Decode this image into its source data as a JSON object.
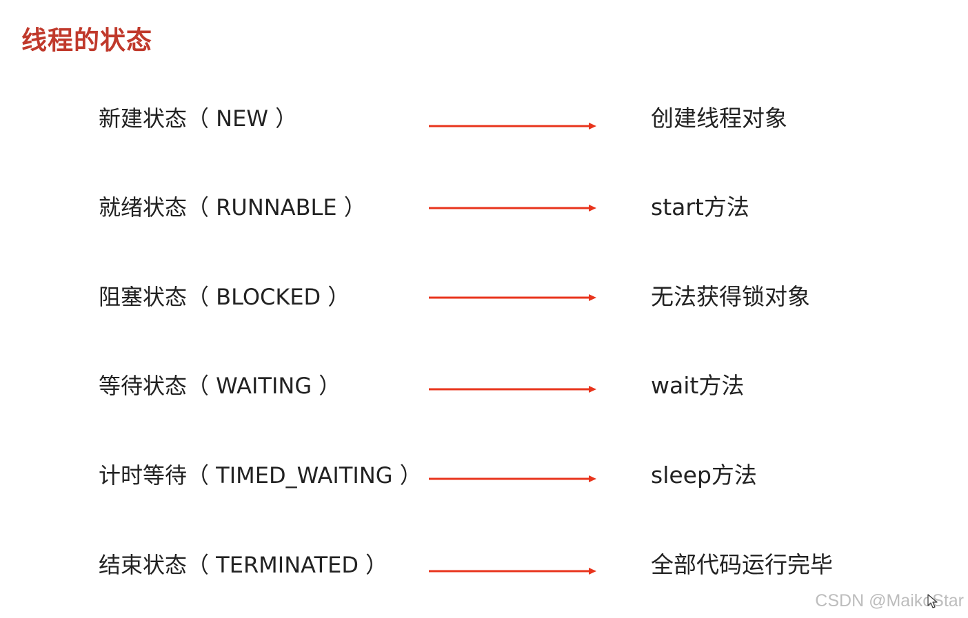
{
  "title": "线程的状态",
  "states": [
    {
      "label": "新建状态（ NEW ）",
      "description": "创建线程对象"
    },
    {
      "label": "就绪状态（ RUNNABLE ）",
      "description": "start方法"
    },
    {
      "label": "阻塞状态（ BLOCKED ）",
      "description": "无法获得锁对象"
    },
    {
      "label": "等待状态（ WAITING ）",
      "description": "wait方法"
    },
    {
      "label": "计时等待（ TIMED_WAITING ）",
      "description": "sleep方法"
    },
    {
      "label": "结束状态（ TERMINATED ）",
      "description": " 全部代码运行完毕"
    }
  ],
  "colors": {
    "title": "#c0392b",
    "arrow": "#e8341c",
    "text": "#222222",
    "watermark": "#bdbdbd"
  },
  "watermark": "CSDN @MaikoStar",
  "icons": {
    "arrow": "arrow-right-icon",
    "cursor": "mouse-cursor-icon"
  }
}
